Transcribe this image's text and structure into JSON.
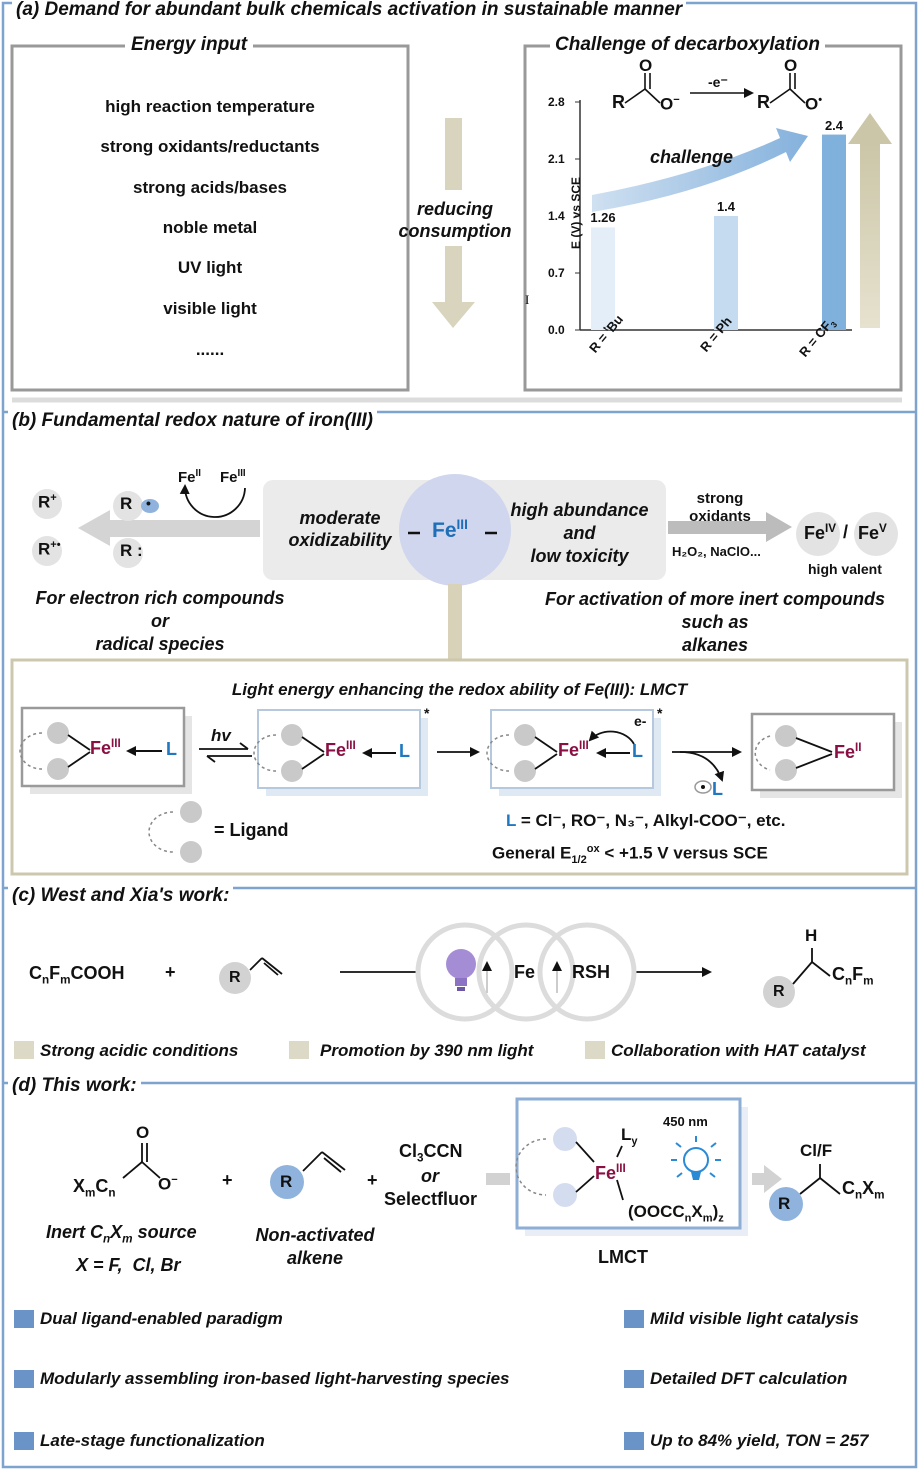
{
  "section_a": {
    "title": "(a) Demand for abundant bulk chemicals activation in sustainable manner",
    "energy_input": {
      "title": "Energy input",
      "items": [
        "high reaction temperature",
        "strong oxidants/reductants",
        "strong acids/bases",
        "noble metal",
        "UV light",
        "visible light",
        "......"
      ]
    },
    "reducing_label": [
      "reducing",
      "consumption"
    ],
    "challenge": {
      "title": "Challenge of decarboxylation",
      "arrow_label": "challenge",
      "reaction_label": "-e⁻",
      "chart_data": {
        "type": "bar",
        "categories": [
          "R = tBu",
          "R = Ph",
          "R = CF3"
        ],
        "values": [
          1.26,
          1.4,
          2.4
        ],
        "value_labels": [
          "1.26",
          "1.4",
          "2.4"
        ],
        "ylabel": "E (V) vs SCE",
        "ylim": [
          0,
          2.8
        ],
        "yticks": [
          "0.0",
          "0.7",
          "1.4",
          "2.1",
          "2.8"
        ],
        "colors": [
          "#e3eef8",
          "#c5dcf0",
          "#7fb1dc"
        ]
      }
    },
    "stray_mark": "I"
  },
  "section_b": {
    "title": "(b) Fundamental redox nature of iron(III)",
    "moderate": [
      "moderate",
      "oxidizability"
    ],
    "abundance": [
      "high abundance",
      "and",
      "low toxicity"
    ],
    "strong_oxidants": [
      "strong",
      "oxidants"
    ],
    "oxidant_examples": "H₂O₂, NaClO...",
    "high_valent": "high valent",
    "electron_rich": [
      "For electron rich compounds",
      "or",
      "radical species"
    ],
    "inert": [
      "For activation of more inert compounds",
      "such as",
      "alkanes"
    ],
    "lmct_title": "Light energy enhancing the redox ability of Fe(III): LMCT",
    "hv": "hv",
    "ligand_label": "= Ligand",
    "l_definition": "= Cl⁻, RO⁻, N₃⁻, Alkyl-COO⁻, etc.",
    "general_potential": "< +1.5 V versus SCE",
    "e_minus": "e-",
    "star": "*"
  },
  "section_c": {
    "title": "(c) West and Xia's work:",
    "plus": "+",
    "fe_label": "Fe",
    "rsh_label": "RSH",
    "conditions": [
      "Strong acidic conditions",
      "Promotion by 390 nm light",
      "Collaboration with HAT catalyst"
    ]
  },
  "section_d": {
    "title": "(d) This work:",
    "or": "or",
    "selectfluor": "Selectfluor",
    "wavelength": "450 nm",
    "lmct": "LMCT",
    "inert_source": [
      "Inert C",
      "X",
      " source"
    ],
    "x_def": "X = F,  Cl, Br",
    "alkene": [
      "Non-activated",
      "alkene"
    ],
    "product_halogen": "Cl/F",
    "features_left": [
      "Dual ligand-enabled paradigm",
      "Modularly assembling iron-based light-harvesting species",
      "Late-stage functionalization"
    ],
    "features_right": [
      "Mild visible light catalysis",
      "Detailed DFT calculation",
      "Up to 84% yield, TON = 257"
    ]
  },
  "colors": {
    "frame_blue": "#7ea3cf",
    "beige": "#cdc8ad",
    "fe_red": "#8a1044",
    "l_blue": "#1f78c0",
    "bullet_blue": "#6a93c8",
    "bullet_beige": "#dcd9c6"
  }
}
